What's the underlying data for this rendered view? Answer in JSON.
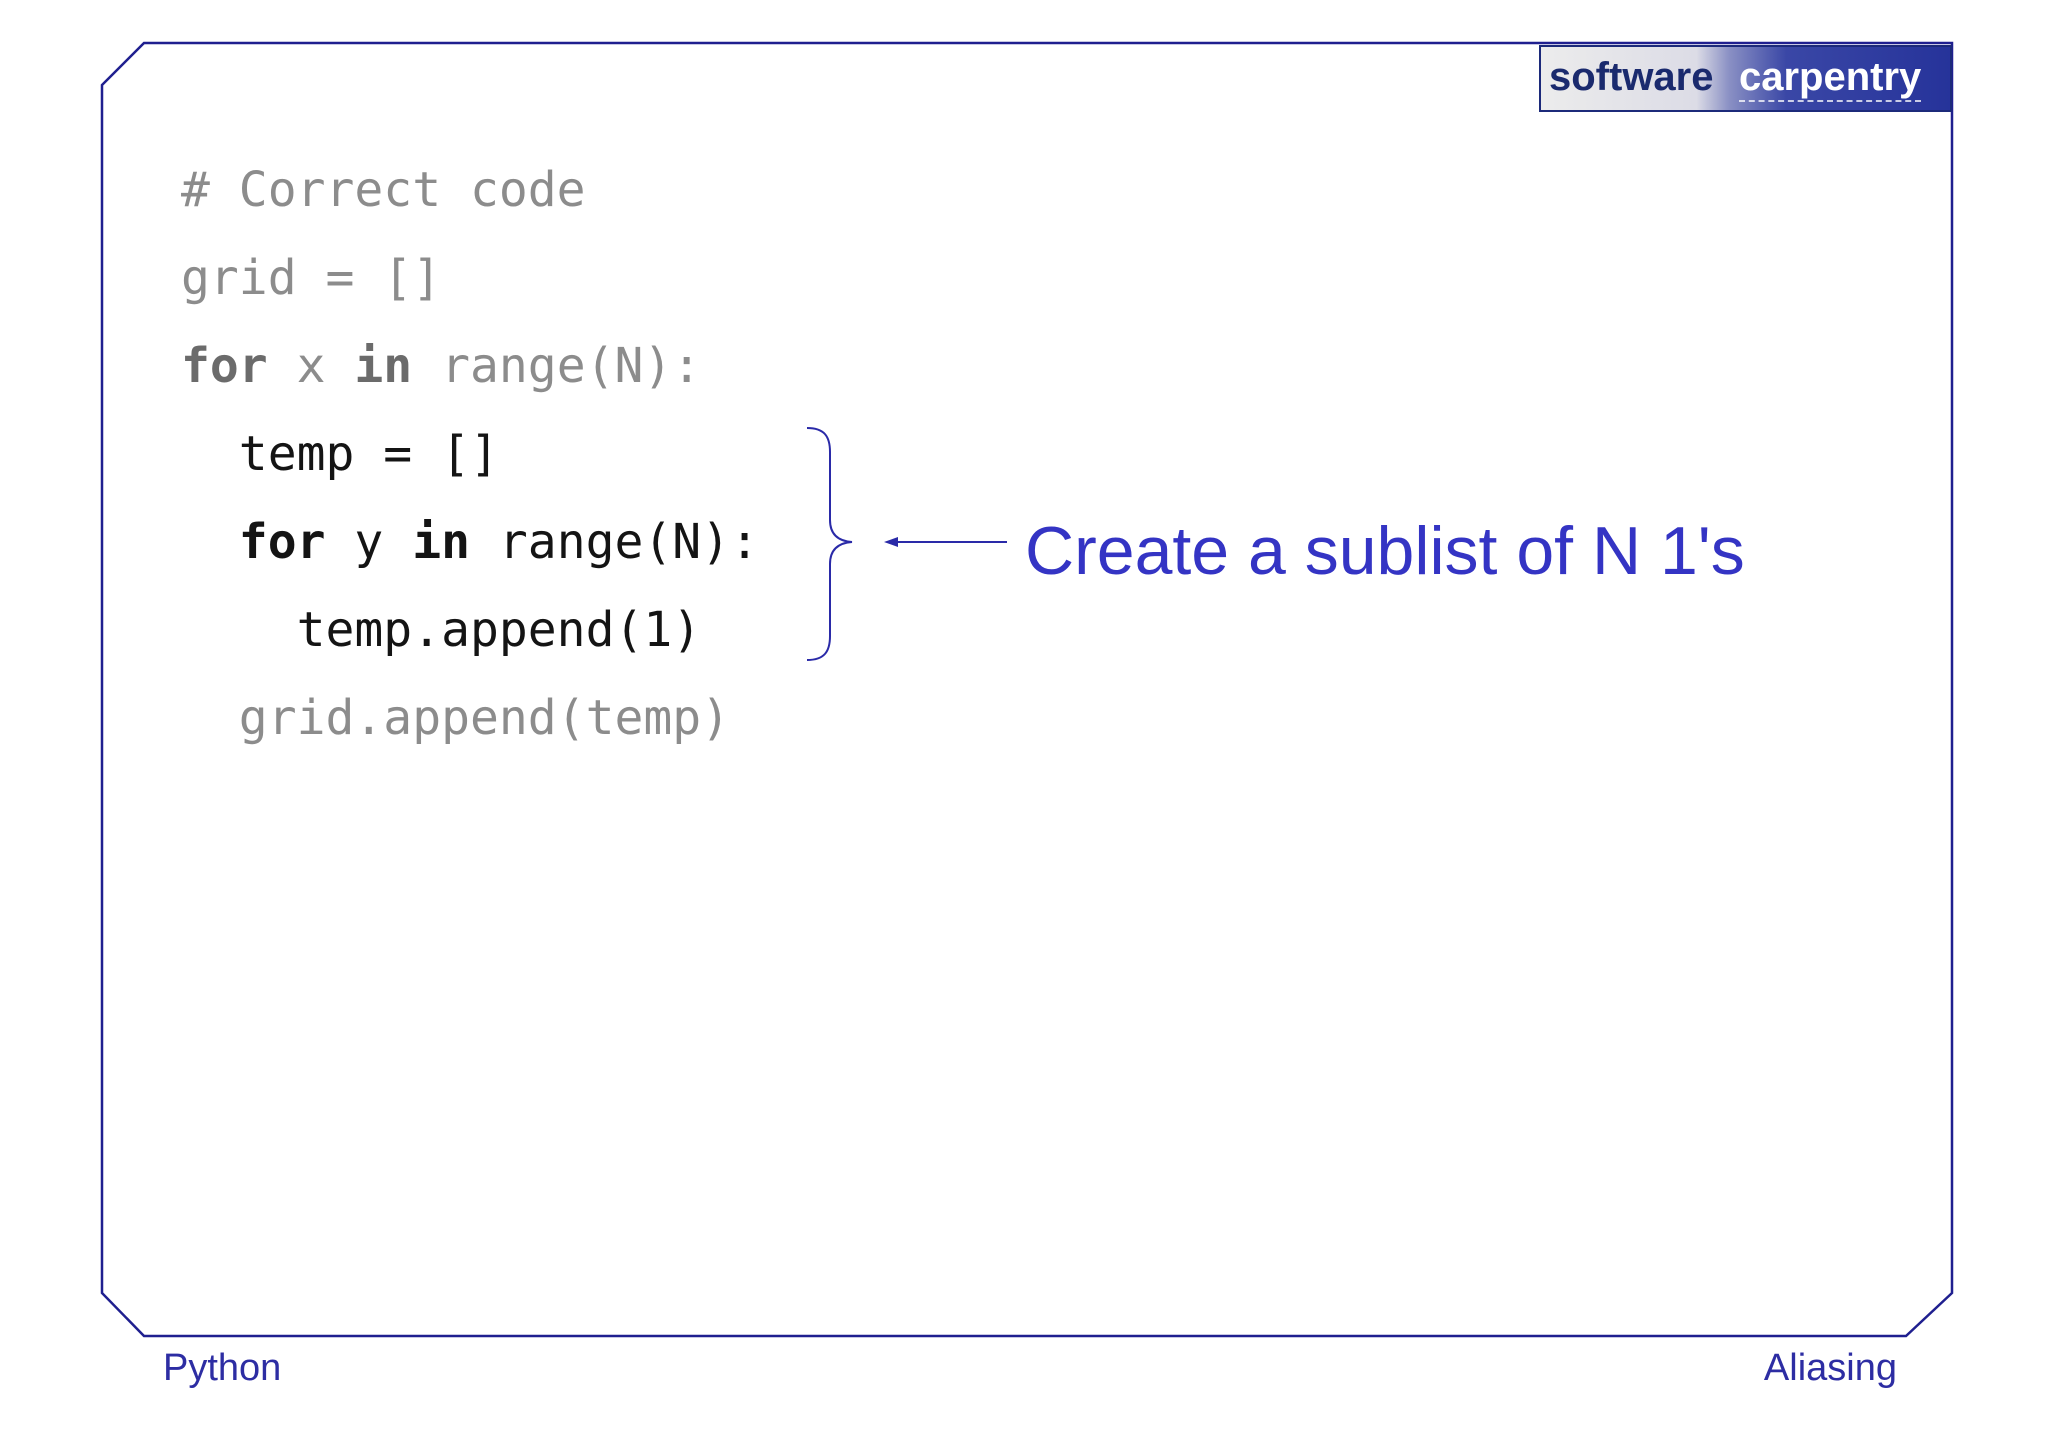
{
  "colors": {
    "frame": "#1f1f8f",
    "annotation": "#3434c4",
    "footer": "#2d2da3",
    "code_dimmed": "#8c8c8c",
    "code_highlighted": "#141414"
  },
  "logo": {
    "word1": "software",
    "word2": "carpentry"
  },
  "code": {
    "line1": "# Correct code",
    "line2": "grid = []",
    "line3": [
      "for",
      " x ",
      "in",
      " range(N):"
    ],
    "line4": "temp = []",
    "line5": [
      "for",
      " y ",
      "in",
      " range(N):"
    ],
    "line6": "temp.append(1)",
    "line7": "grid.append(temp)"
  },
  "annotation": {
    "text": "Create a sublist of N 1's",
    "arrow_icon": "left-arrow-icon",
    "brace_icon": "right-curly-brace-icon"
  },
  "footer": {
    "left": "Python",
    "right": "Aliasing"
  }
}
